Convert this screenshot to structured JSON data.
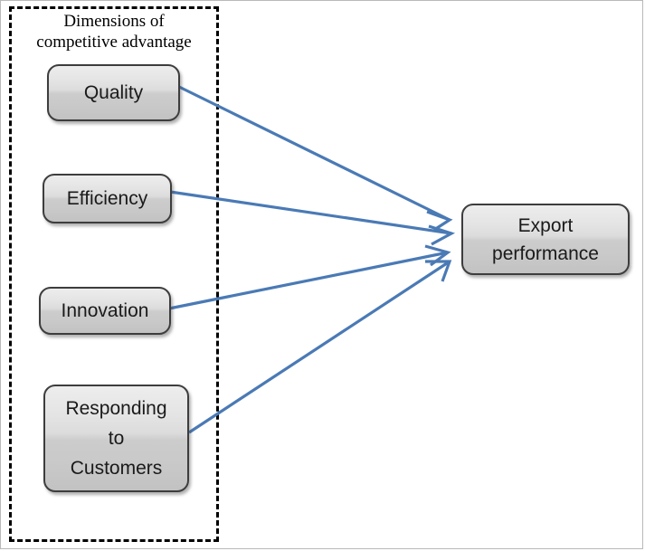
{
  "figure": {
    "group": {
      "title": "Dimensions of\ncompetitive advantage",
      "border_style": "dashed",
      "border_color": "#000000"
    },
    "nodes": {
      "quality": {
        "label": "Quality"
      },
      "efficiency": {
        "label": "Efficiency"
      },
      "innovation": {
        "label": "Innovation"
      },
      "responding": {
        "label": "Responding\nto\nCustomers"
      },
      "export": {
        "label": "Export\nperformance"
      }
    },
    "arrows": {
      "color": "#4a7ab5",
      "items": [
        {
          "from": "quality",
          "to": "export"
        },
        {
          "from": "efficiency",
          "to": "export"
        },
        {
          "from": "innovation",
          "to": "export"
        },
        {
          "from": "responding",
          "to": "export"
        }
      ]
    },
    "colors": {
      "node_fill_top": "#ededed",
      "node_fill_bottom": "#c2c2c2",
      "node_border": "#3d3d3d",
      "arrow": "#4a7ab5",
      "background": "#ffffff"
    }
  }
}
